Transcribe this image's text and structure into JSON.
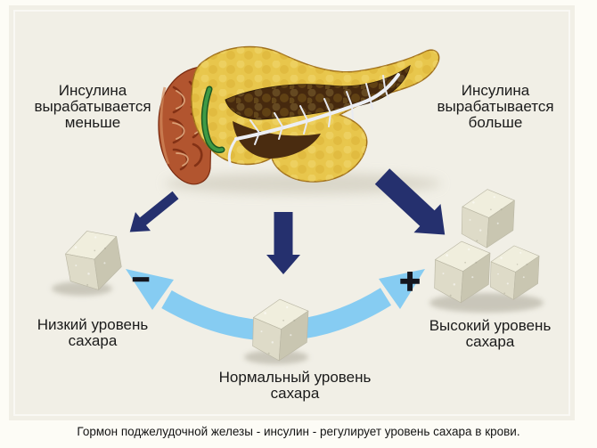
{
  "panel": {
    "insulin_less": "Инсулина\nвырабатывается\nменьше",
    "insulin_more": "Инсулина\nвырабатывается\nбольше",
    "low_label": "Низкий уровень\nсахара",
    "normal_label": "Нормальный уровень\nсахара",
    "high_label": "Высокий уровень\nсахара",
    "minus_sign": "−",
    "plus_sign": "+"
  },
  "caption": "Гормон поджелудочной железы - инсулин - регулирует уровень сахара в крови.",
  "colors": {
    "page_bg": "#fdfcf6",
    "panel_bg": "#f1efe6",
    "arrow_navy": "#25306e",
    "cycle_arrow_blue": "#86ccf2",
    "sign_color": "#15161f",
    "pancreas_yellow": "#e8c64c",
    "duodenum_red": "#b2552f",
    "sugar_cube": "#eeecdb",
    "text": "#1b1b1b"
  }
}
